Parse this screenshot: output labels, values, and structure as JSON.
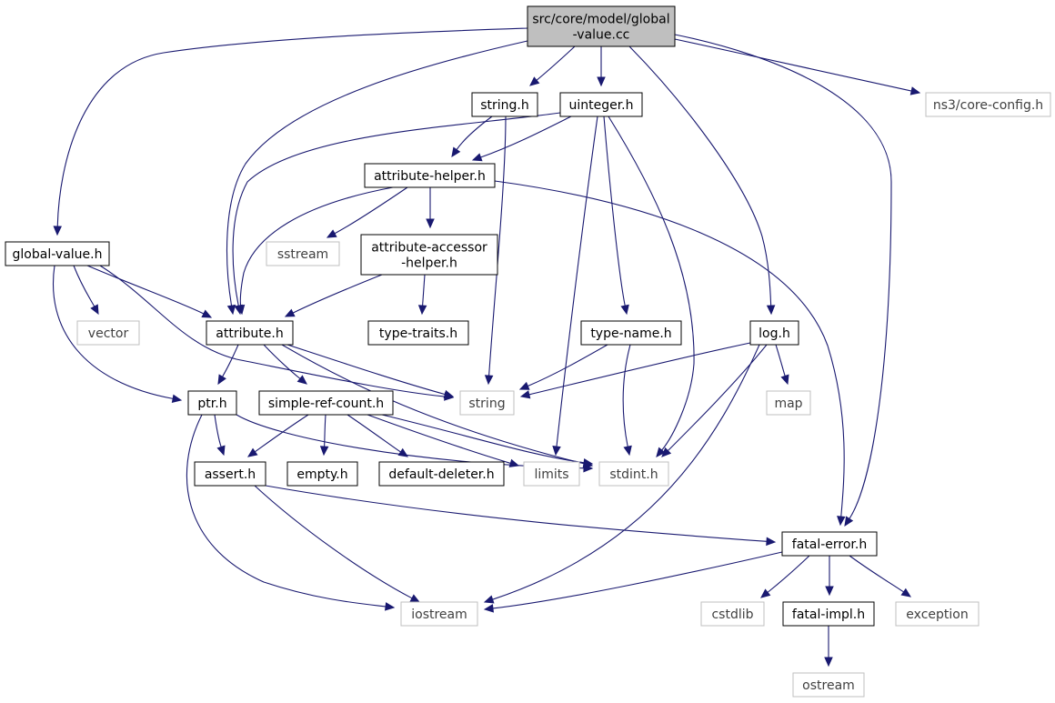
{
  "diagram": {
    "colors": {
      "edge": "#191970",
      "node_border": "#000000",
      "external_border": "#bfbfbf",
      "root_fill": "#bfbfbf",
      "node_fill": "#ffffff"
    },
    "nodes": [
      {
        "id": "global_value_cc",
        "label_lines": [
          "src/core/model/global",
          "-value.cc"
        ],
        "kind": "root"
      },
      {
        "id": "string_h",
        "label_lines": [
          "string.h"
        ],
        "kind": "internal"
      },
      {
        "id": "uinteger_h",
        "label_lines": [
          "uinteger.h"
        ],
        "kind": "internal"
      },
      {
        "id": "ns3_core_config_h",
        "label_lines": [
          "ns3/core-config.h"
        ],
        "kind": "external"
      },
      {
        "id": "attribute_helper_h",
        "label_lines": [
          "attribute-helper.h"
        ],
        "kind": "internal"
      },
      {
        "id": "global_value_h",
        "label_lines": [
          "global-value.h"
        ],
        "kind": "internal"
      },
      {
        "id": "sstream",
        "label_lines": [
          "sstream"
        ],
        "kind": "external"
      },
      {
        "id": "attribute_accessor_helper_h",
        "label_lines": [
          "attribute-accessor",
          "-helper.h"
        ],
        "kind": "internal"
      },
      {
        "id": "vector",
        "label_lines": [
          "vector"
        ],
        "kind": "external"
      },
      {
        "id": "attribute_h",
        "label_lines": [
          "attribute.h"
        ],
        "kind": "internal"
      },
      {
        "id": "type_traits_h",
        "label_lines": [
          "type-traits.h"
        ],
        "kind": "internal"
      },
      {
        "id": "type_name_h",
        "label_lines": [
          "type-name.h"
        ],
        "kind": "internal"
      },
      {
        "id": "log_h",
        "label_lines": [
          "log.h"
        ],
        "kind": "internal"
      },
      {
        "id": "ptr_h",
        "label_lines": [
          "ptr.h"
        ],
        "kind": "internal"
      },
      {
        "id": "simple_ref_count_h",
        "label_lines": [
          "simple-ref-count.h"
        ],
        "kind": "internal"
      },
      {
        "id": "string",
        "label_lines": [
          "string"
        ],
        "kind": "external"
      },
      {
        "id": "map",
        "label_lines": [
          "map"
        ],
        "kind": "external"
      },
      {
        "id": "assert_h",
        "label_lines": [
          "assert.h"
        ],
        "kind": "internal"
      },
      {
        "id": "empty_h",
        "label_lines": [
          "empty.h"
        ],
        "kind": "internal"
      },
      {
        "id": "default_deleter_h",
        "label_lines": [
          "default-deleter.h"
        ],
        "kind": "internal"
      },
      {
        "id": "limits",
        "label_lines": [
          "limits"
        ],
        "kind": "external"
      },
      {
        "id": "stdint_h",
        "label_lines": [
          "stdint.h"
        ],
        "kind": "external"
      },
      {
        "id": "fatal_error_h",
        "label_lines": [
          "fatal-error.h"
        ],
        "kind": "internal"
      },
      {
        "id": "iostream",
        "label_lines": [
          "iostream"
        ],
        "kind": "external"
      },
      {
        "id": "cstdlib",
        "label_lines": [
          "cstdlib"
        ],
        "kind": "external"
      },
      {
        "id": "fatal_impl_h",
        "label_lines": [
          "fatal-impl.h"
        ],
        "kind": "internal"
      },
      {
        "id": "exception",
        "label_lines": [
          "exception"
        ],
        "kind": "external"
      },
      {
        "id": "ostream",
        "label_lines": [
          "ostream"
        ],
        "kind": "external"
      }
    ],
    "edges": [
      [
        "global_value_cc",
        "string_h"
      ],
      [
        "global_value_cc",
        "uinteger_h"
      ],
      [
        "global_value_cc",
        "ns3_core_config_h"
      ],
      [
        "global_value_cc",
        "global_value_h"
      ],
      [
        "global_value_cc",
        "attribute_h"
      ],
      [
        "global_value_cc",
        "log_h"
      ],
      [
        "global_value_cc",
        "fatal_error_h"
      ],
      [
        "string_h",
        "attribute_helper_h"
      ],
      [
        "string_h",
        "string"
      ],
      [
        "uinteger_h",
        "attribute_helper_h"
      ],
      [
        "uinteger_h",
        "attribute_h"
      ],
      [
        "uinteger_h",
        "type_name_h"
      ],
      [
        "uinteger_h",
        "limits"
      ],
      [
        "uinteger_h",
        "stdint_h"
      ],
      [
        "attribute_helper_h",
        "attribute_h"
      ],
      [
        "attribute_helper_h",
        "sstream"
      ],
      [
        "attribute_helper_h",
        "attribute_accessor_helper_h"
      ],
      [
        "attribute_helper_h",
        "fatal_error_h"
      ],
      [
        "attribute_accessor_helper_h",
        "attribute_h"
      ],
      [
        "attribute_accessor_helper_h",
        "type_traits_h"
      ],
      [
        "global_value_h",
        "vector"
      ],
      [
        "global_value_h",
        "attribute_h"
      ],
      [
        "global_value_h",
        "ptr_h"
      ],
      [
        "global_value_h",
        "string"
      ],
      [
        "attribute_h",
        "ptr_h"
      ],
      [
        "attribute_h",
        "simple_ref_count_h"
      ],
      [
        "attribute_h",
        "string"
      ],
      [
        "attribute_h",
        "stdint_h"
      ],
      [
        "type_name_h",
        "string"
      ],
      [
        "type_name_h",
        "stdint_h"
      ],
      [
        "log_h",
        "string"
      ],
      [
        "log_h",
        "map"
      ],
      [
        "log_h",
        "stdint_h"
      ],
      [
        "log_h",
        "iostream"
      ],
      [
        "ptr_h",
        "assert_h"
      ],
      [
        "ptr_h",
        "iostream"
      ],
      [
        "ptr_h",
        "stdint_h"
      ],
      [
        "simple_ref_count_h",
        "assert_h"
      ],
      [
        "simple_ref_count_h",
        "empty_h"
      ],
      [
        "simple_ref_count_h",
        "default_deleter_h"
      ],
      [
        "simple_ref_count_h",
        "limits"
      ],
      [
        "simple_ref_count_h",
        "stdint_h"
      ],
      [
        "assert_h",
        "iostream"
      ],
      [
        "assert_h",
        "fatal_error_h"
      ],
      [
        "fatal_error_h",
        "iostream"
      ],
      [
        "fatal_error_h",
        "cstdlib"
      ],
      [
        "fatal_error_h",
        "fatal_impl_h"
      ],
      [
        "fatal_error_h",
        "exception"
      ],
      [
        "fatal_impl_h",
        "ostream"
      ]
    ]
  }
}
